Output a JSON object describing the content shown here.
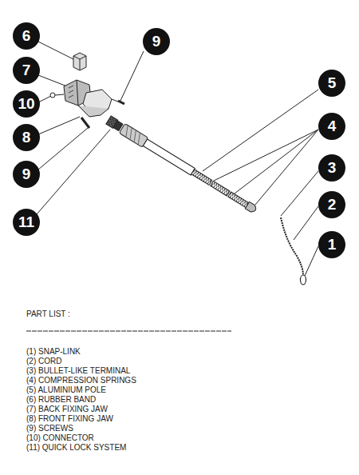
{
  "diagram": {
    "nodes": [
      {
        "text": [
          "6"
        ]
      },
      {
        "text": [
          "9"
        ]
      },
      {
        "text": [
          "7"
        ]
      },
      {
        "text": [
          "5"
        ]
      },
      {
        "text": [
          "10"
        ]
      },
      {
        "text": [
          "4"
        ]
      },
      {
        "text": [
          "8"
        ]
      },
      {
        "text": [
          "3"
        ]
      },
      {
        "text": [
          "9"
        ]
      },
      {
        "text": [
          "2"
        ]
      },
      {
        "text": [
          "11"
        ]
      },
      {
        "text": [
          "1"
        ]
      }
    ],
    "labels": [
      "PART LIST :",
      "(1) SNAP-LINK",
      "(2) CORD",
      "(3) BULLET-LIKE TERMINAL",
      "(4) COMPRESSION SPRINGS",
      "(5) ALUMINIUM POLE",
      "(6) RUBBER BAND",
      "(7) BACK FIXING JAW",
      "(8) FRONT FIXING JAW",
      "(9) SCREWS",
      "(10) CONNECTOR",
      "(11) QUICK LOCK SYSTEM"
    ]
  }
}
